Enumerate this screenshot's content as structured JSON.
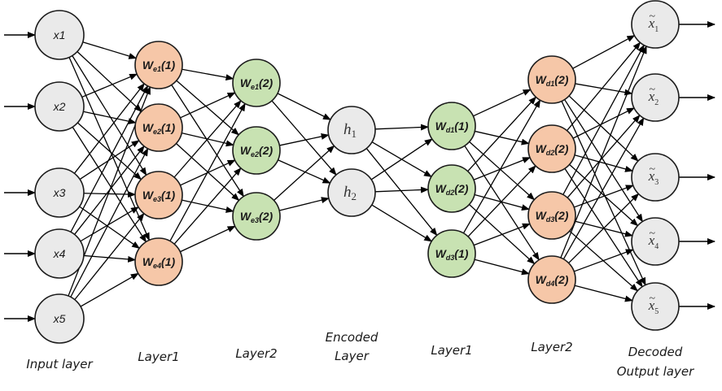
{
  "title": "Stacked autoencoder architecture",
  "colors": {
    "plain_node": "#eaeaea",
    "encoder_weight_node": "#f6c7a8",
    "code_weight_node": "#c8e2b2",
    "edge": "#000000",
    "stroke": "#1a1a1a"
  },
  "layers": [
    {
      "id": "input",
      "caption": [
        "Input layer"
      ],
      "style": "plain",
      "label_kind": "plain",
      "nodes": [
        {
          "label": "x1"
        },
        {
          "label": "x2"
        },
        {
          "label": "x3"
        },
        {
          "label": "x4"
        },
        {
          "label": "x5"
        }
      ],
      "input_arrows": true
    },
    {
      "id": "enc-layer1",
      "caption": [
        "Layer1"
      ],
      "style": "orange",
      "label_kind": "weight",
      "nodes": [
        {
          "base": "W",
          "sub": "e1",
          "suffix": "(1)"
        },
        {
          "base": "W",
          "sub": "e2",
          "suffix": "(1)"
        },
        {
          "base": "W",
          "sub": "e3",
          "suffix": "(1)"
        },
        {
          "base": "W",
          "sub": "e4",
          "suffix": "(1)"
        }
      ]
    },
    {
      "id": "enc-layer2",
      "caption": [
        "Layer2"
      ],
      "style": "green",
      "label_kind": "weight",
      "nodes": [
        {
          "base": "W",
          "sub": "e1",
          "suffix": "(2)"
        },
        {
          "base": "W",
          "sub": "e2",
          "suffix": "(2)"
        },
        {
          "base": "W",
          "sub": "e3",
          "suffix": "(2)"
        }
      ]
    },
    {
      "id": "encoded",
      "caption": [
        "Encoded",
        "Layer"
      ],
      "style": "plain",
      "label_kind": "math",
      "nodes": [
        {
          "base": "h",
          "sub": "1"
        },
        {
          "base": "h",
          "sub": "2"
        }
      ]
    },
    {
      "id": "dec-layer1",
      "caption": [
        "Layer1"
      ],
      "style": "green",
      "label_kind": "weight",
      "nodes": [
        {
          "base": "W",
          "sub": "d1",
          "suffix": "(1)"
        },
        {
          "base": "W",
          "sub": "d2",
          "suffix": "(2)"
        },
        {
          "base": "W",
          "sub": "d3",
          "suffix": "(1)"
        }
      ]
    },
    {
      "id": "dec-layer2",
      "caption": [
        "Layer2"
      ],
      "style": "orange",
      "label_kind": "weight",
      "nodes": [
        {
          "base": "W",
          "sub": "d1",
          "suffix": "(2)"
        },
        {
          "base": "W",
          "sub": "d2",
          "suffix": "(2)"
        },
        {
          "base": "W",
          "sub": "d3",
          "suffix": "(2)"
        },
        {
          "base": "W",
          "sub": "d4",
          "suffix": "(2)"
        }
      ]
    },
    {
      "id": "output",
      "caption": [
        "Decoded",
        "Output layer"
      ],
      "style": "plain",
      "label_kind": "tilde",
      "nodes": [
        {
          "base": "x",
          "sub": "1"
        },
        {
          "base": "x",
          "sub": "2"
        },
        {
          "base": "x",
          "sub": "3"
        },
        {
          "base": "x",
          "sub": "4"
        },
        {
          "base": "x",
          "sub": "5"
        }
      ],
      "output_arrows": true
    }
  ],
  "connectivity": "fully-connected between adjacent layers"
}
